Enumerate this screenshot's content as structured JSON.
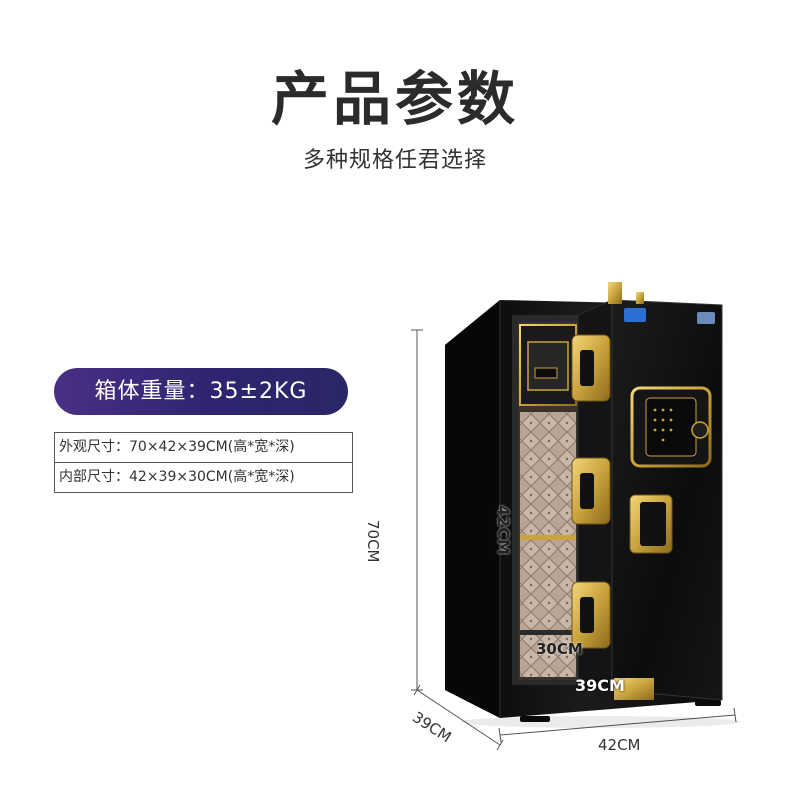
{
  "header": {
    "title": "产品参数",
    "subtitle": "多种规格任君选择"
  },
  "weight": {
    "label": "箱体重量：35±2KG"
  },
  "specs": [
    "外观尺寸：70×42×39CM(高*宽*深)",
    "内部尺寸：42×39×30CM(高*宽*深)"
  ],
  "dimensions": {
    "outer_height": "70CM",
    "outer_depth": "39CM",
    "outer_width": "42CM",
    "inner_height": "42CM",
    "inner_depth": "30CM",
    "inner_width": "39CM"
  },
  "colors": {
    "pill_start": "#4a2f86",
    "pill_end": "#2a2766",
    "safe_body": "#111111",
    "gold": "#c9a33c"
  },
  "icons": {
    "product": "safe-box-illustration"
  }
}
